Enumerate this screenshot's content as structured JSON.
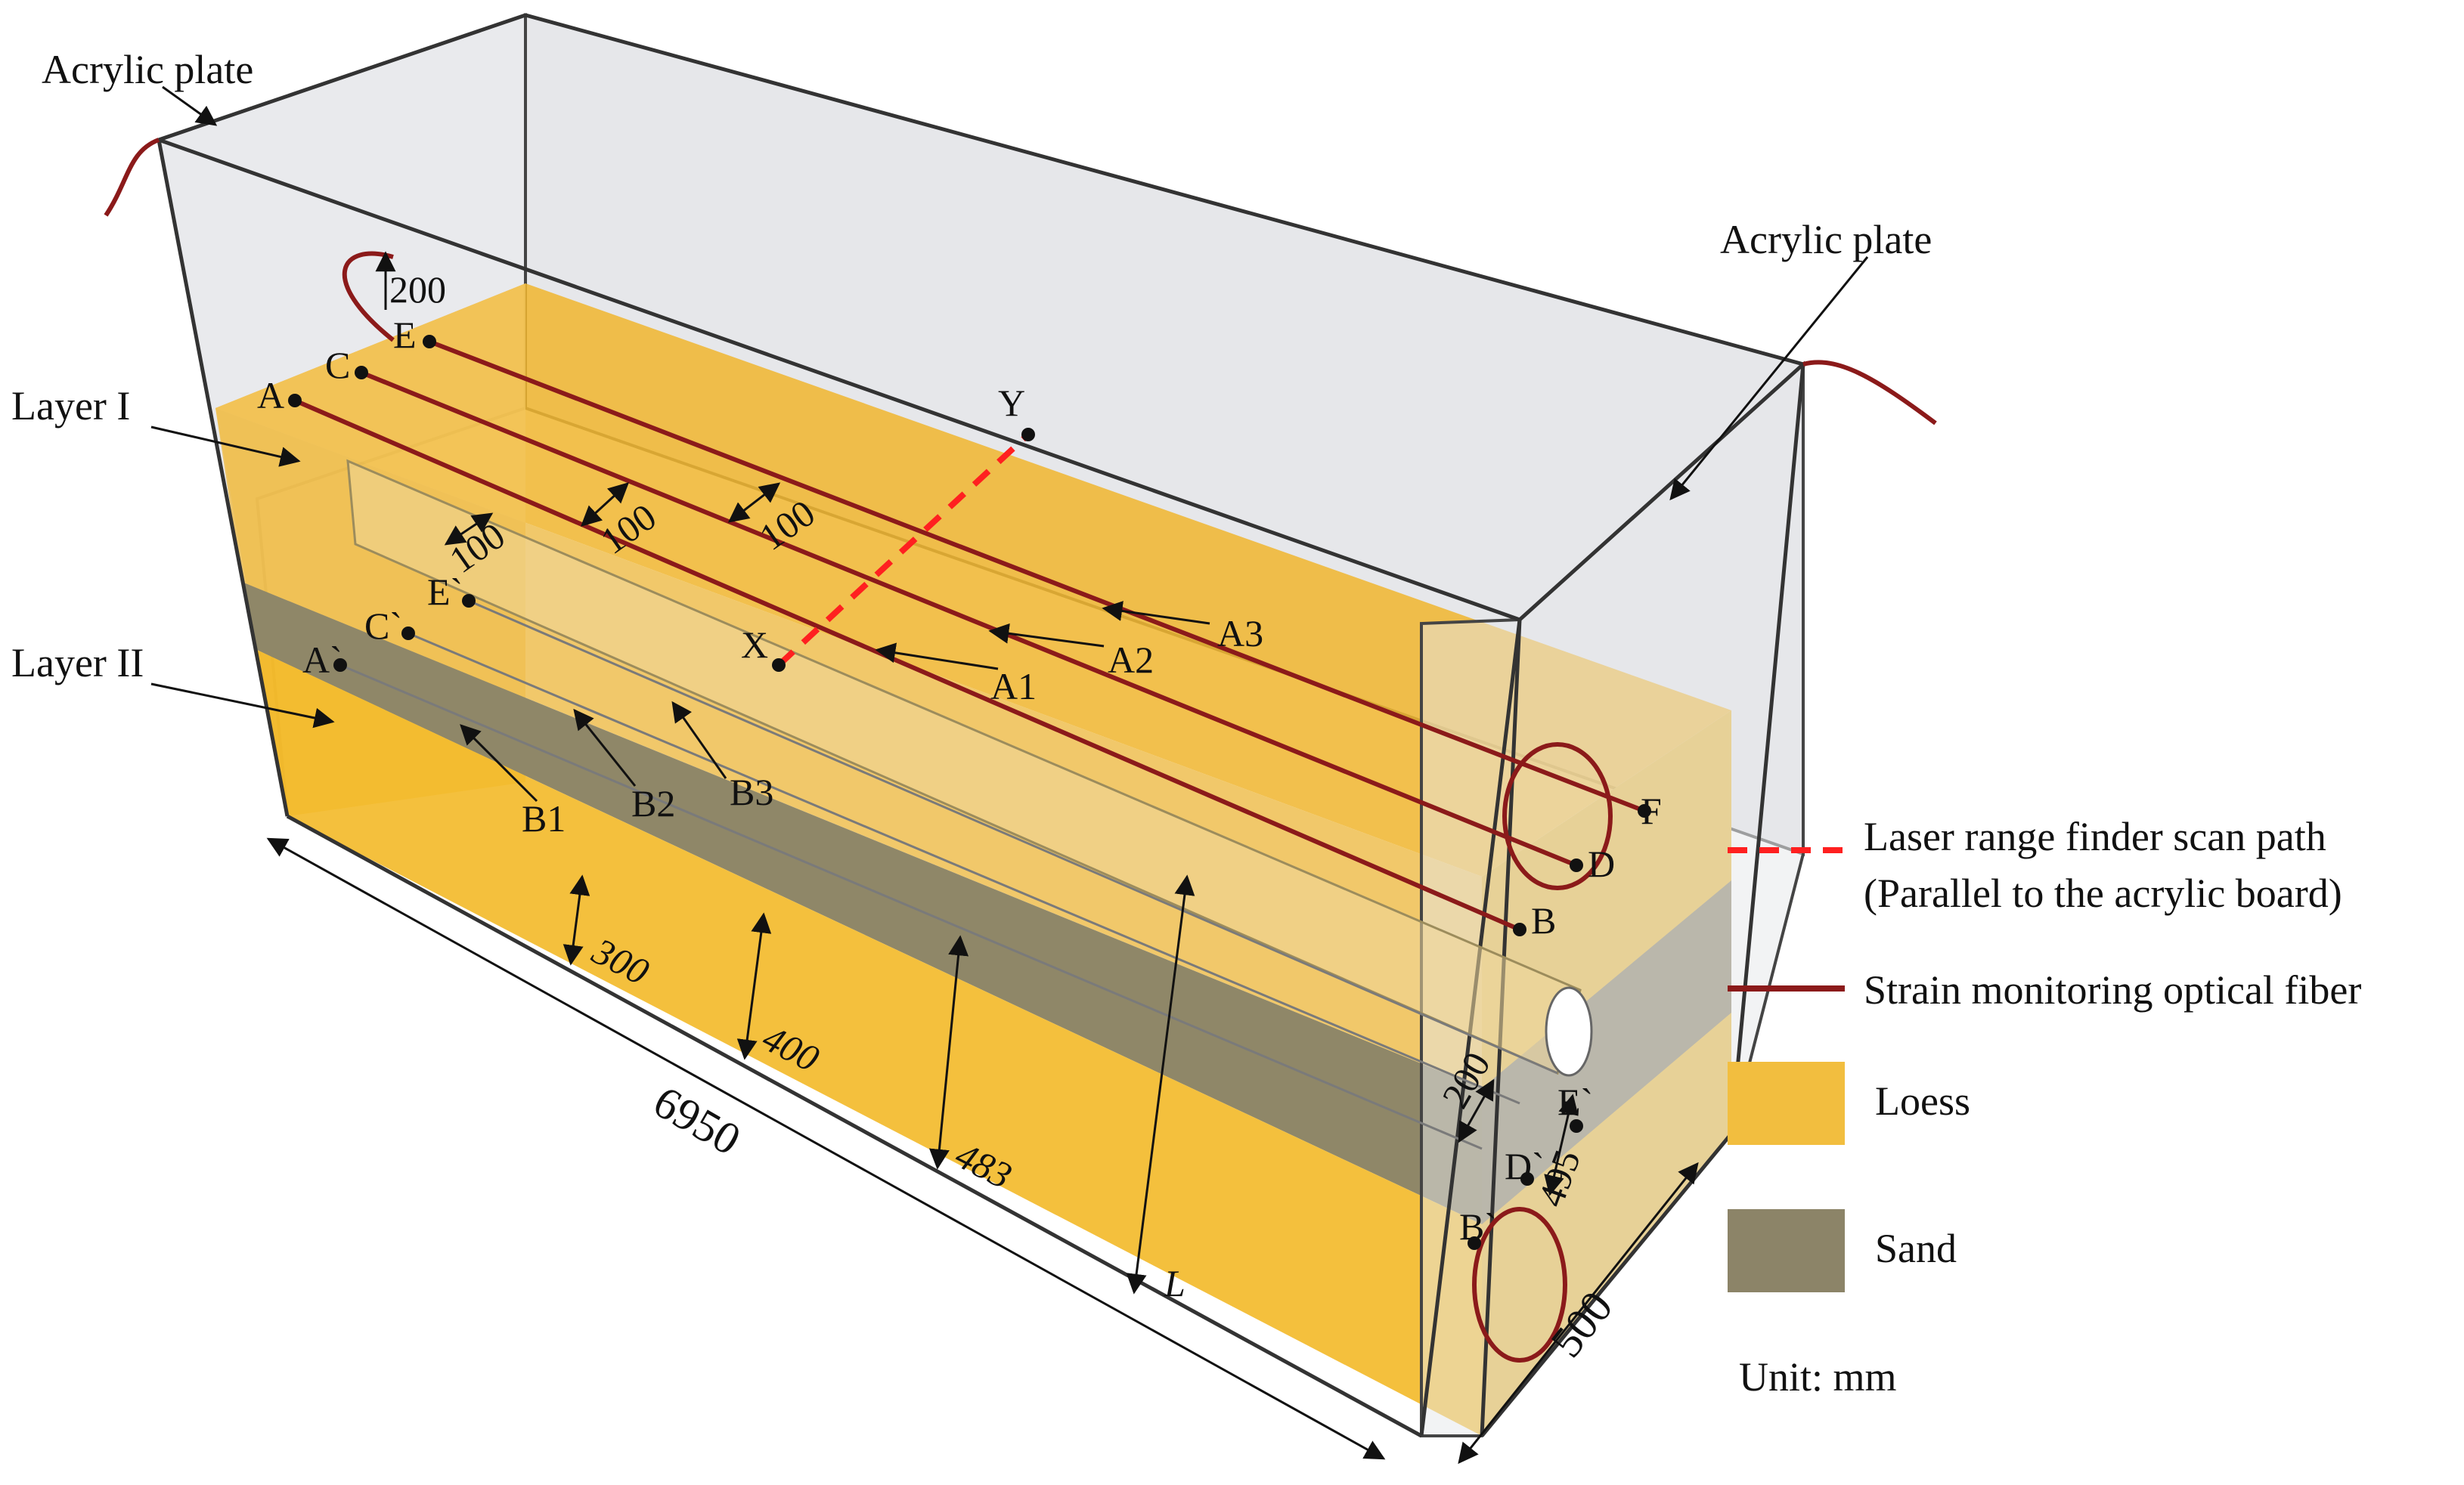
{
  "labels": {
    "acrylic_left": "Acrylic plate",
    "acrylic_right": "Acrylic plate",
    "layer1": "Layer I",
    "layer2": "Layer II"
  },
  "points": {
    "A": "A",
    "C": "C",
    "E": "E",
    "Y": "Y",
    "X": "X",
    "A_p": "A`",
    "C_p": "C`",
    "E_p": "E`",
    "B": "B",
    "D": "D",
    "F": "F",
    "B_p": "B`",
    "D_p": "D`",
    "E_p2": "E`"
  },
  "fibers": {
    "A1": "A1",
    "A2": "A2",
    "A3": "A3",
    "B1": "B1",
    "B2": "B2",
    "B3": "B3"
  },
  "dims": {
    "d200_top": "200",
    "d100_1": "100",
    "d100_2": "100",
    "d100_3": "100",
    "d300": "300",
    "d400": "400",
    "d483": "483",
    "L": "L",
    "length": "6950",
    "width": "500",
    "d200_pipe": "200",
    "d495": "495"
  },
  "legend": {
    "laser_line1": "Laser range finder scan path",
    "laser_line2": "(Parallel to the acrylic board)",
    "fiber": "Strain monitoring optical fiber",
    "loess": "Loess",
    "sand": "Sand",
    "unit": "Unit: mm"
  },
  "colors": {
    "loess": "#F2BE3F",
    "sand": "#8C8468",
    "fiber": "#8B1A1A",
    "laser": "#FF2020",
    "acrylic": "#D9DBE0"
  }
}
